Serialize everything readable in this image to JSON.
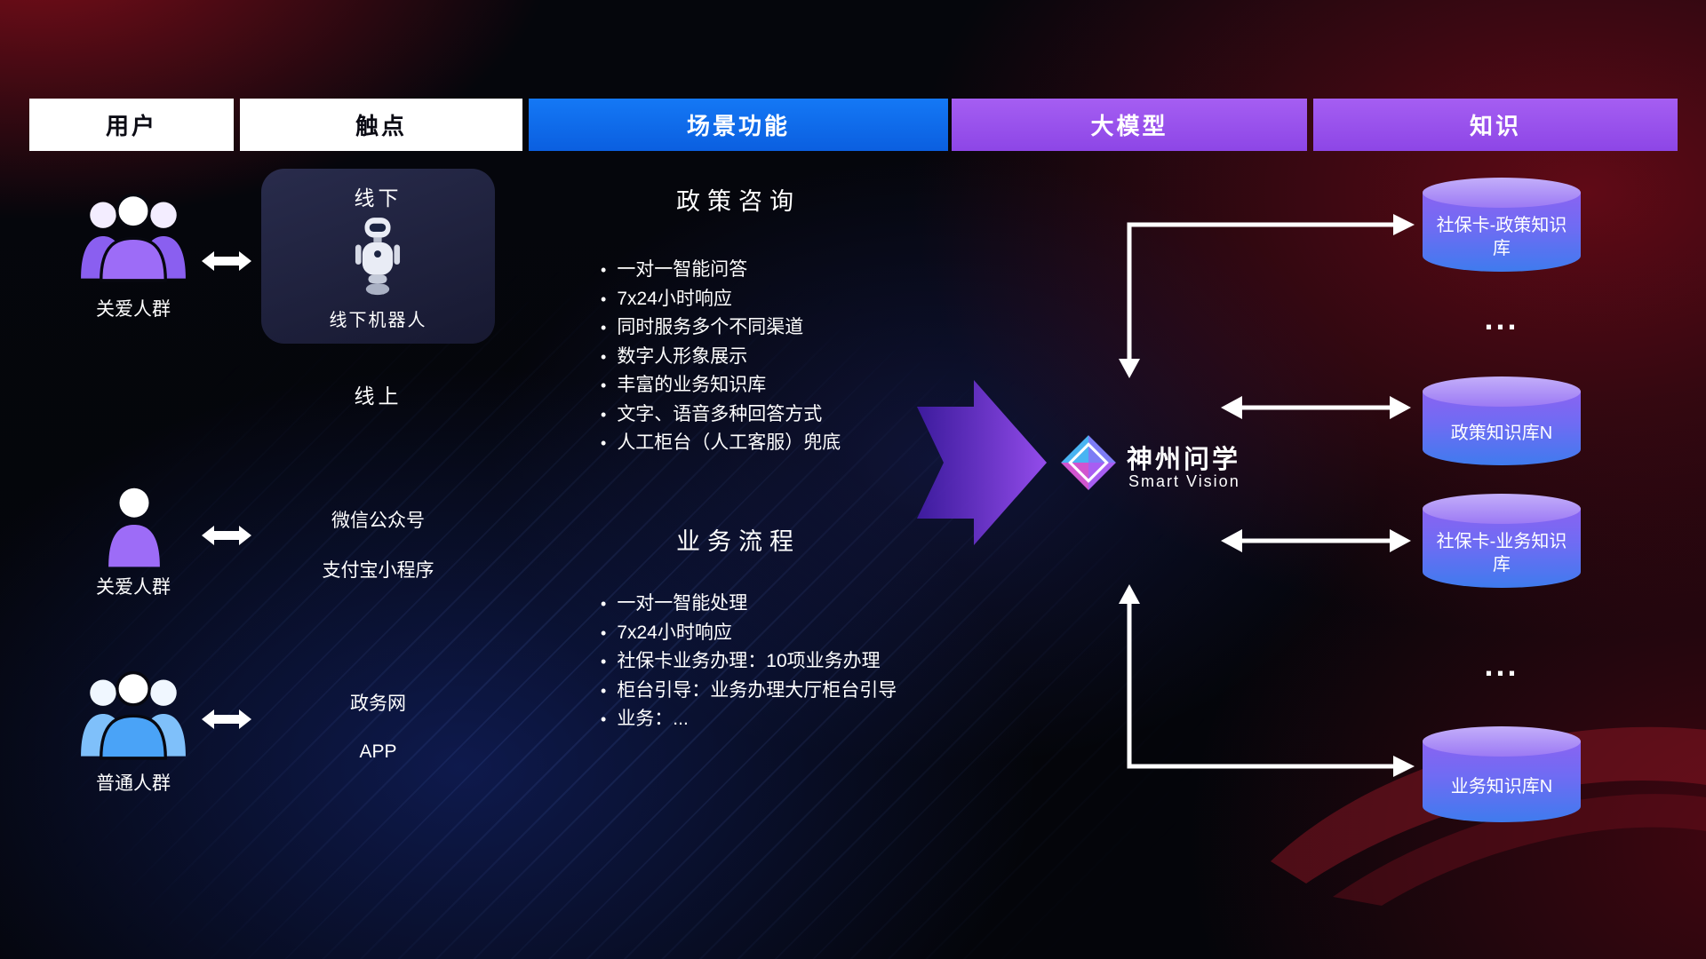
{
  "headers": [
    {
      "label": "用户"
    },
    {
      "label": "触点"
    },
    {
      "label": "场景功能"
    },
    {
      "label": "大模型"
    },
    {
      "label": "知识"
    }
  ],
  "users": [
    {
      "label": "关爱人群"
    },
    {
      "label": "关爱人群"
    },
    {
      "label": "普通人群"
    }
  ],
  "touchpoints": {
    "offline_title": "线下",
    "offline_label": "线下机器人",
    "online_title": "线上",
    "channels": [
      "微信公众号",
      "支付宝小程序",
      "政务网",
      "APP"
    ]
  },
  "scenarios": [
    {
      "title": "政策咨询",
      "items": [
        "一对一智能问答",
        "7x24小时响应",
        "同时服务多个不同渠道",
        "数字人形象展示",
        "丰富的业务知识库",
        "文字、语音多种回答方式",
        "人工柜台（人工客服）兜底"
      ]
    },
    {
      "title": "业务流程",
      "items": [
        "一对一智能处理",
        "7x24小时响应",
        "社保卡业务办理：10项业务办理",
        "柜台引导：业务办理大厅柜台引导",
        "业务：..."
      ]
    }
  ],
  "model": {
    "name": "神州问学",
    "subtitle": "Smart Vision"
  },
  "knowledge": {
    "db1": "社保卡-政策知识库",
    "ellipsis1": "...",
    "db2": "政策知识库N",
    "db3": "社保卡-业务知识库",
    "ellipsis2": "...",
    "db4": "业务知识库N"
  },
  "colors": {
    "header_blue": "#0d6ef2",
    "header_purple": "#9b55ec",
    "accent_purple": "#8b5cf6",
    "db_blue": "#3f7bee",
    "user_purple": "#9d6cf7",
    "user_blue": "#4aa3f7"
  }
}
